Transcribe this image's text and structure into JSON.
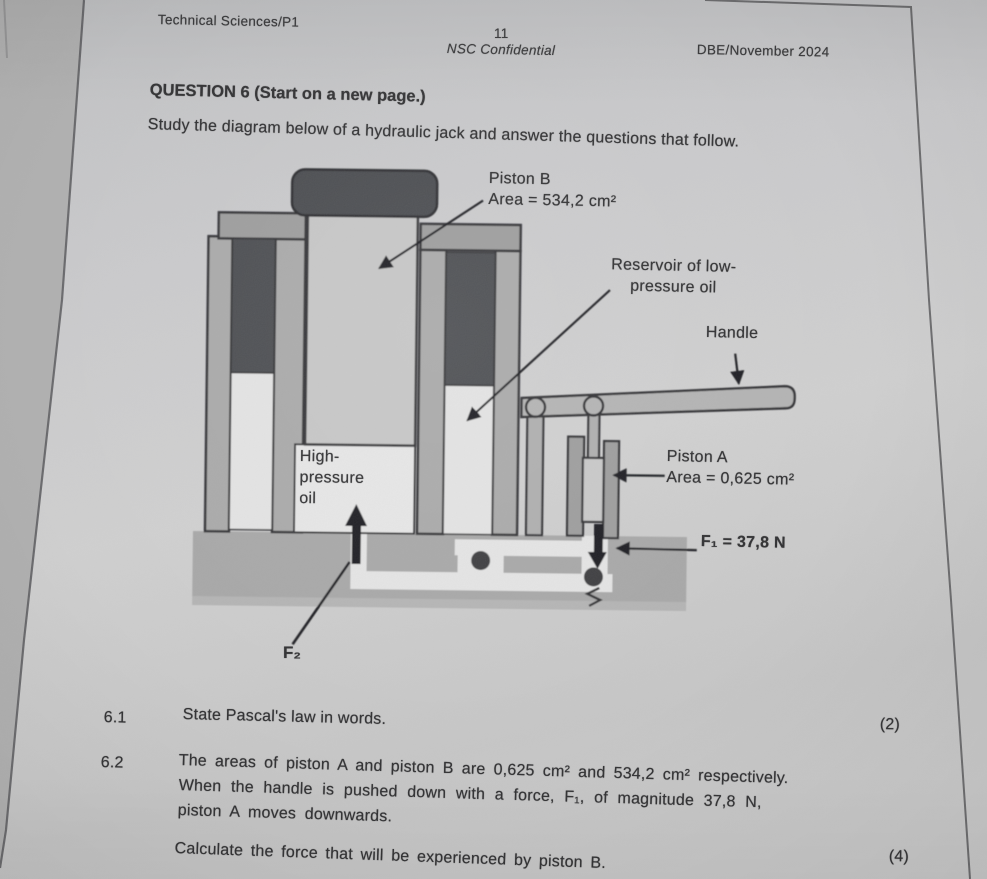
{
  "header": {
    "course": "Technical Sciences/P1",
    "page_number": "11",
    "confidential": "NSC Confidential",
    "exam_session": "DBE/November 2024"
  },
  "question": {
    "heading": "QUESTION 6 (Start on a new page.)",
    "intro": "Study the diagram below of a hydraulic jack and answer the questions that follow."
  },
  "diagram": {
    "piston_b_title": "Piston B",
    "piston_b_area": "Area = 534,2 cm²",
    "reservoir_line1": "Reservoir of low-",
    "reservoir_line2": "pressure oil",
    "handle": "Handle",
    "high_pressure_line1": "High-",
    "high_pressure_line2": "pressure",
    "high_pressure_line3": "oil",
    "piston_a_title": "Piston A",
    "piston_a_area": "Area = 0,625 cm²",
    "force_f1": "F₁ = 37,8 N",
    "force_f2": "F₂"
  },
  "questions": {
    "q6_1": {
      "number": "6.1",
      "text": "State Pascal's law in words.",
      "marks": "(2)"
    },
    "q6_2": {
      "number": "6.2",
      "line1": "The areas of piston A and piston B are 0,625 cm² and 534,2 cm² respectively.",
      "line2": "When the handle is pushed down with a force, F₁, of magnitude 37,8 N,",
      "line3": "piston A moves downwards.",
      "instruction": "Calculate the force that will be experienced by piston B.",
      "marks": "(4)"
    }
  },
  "colors": {
    "paper": "#cccccc",
    "dark_oil": "#46494e",
    "metal_gray": "#a9a9a9",
    "ink": "#17181a"
  }
}
